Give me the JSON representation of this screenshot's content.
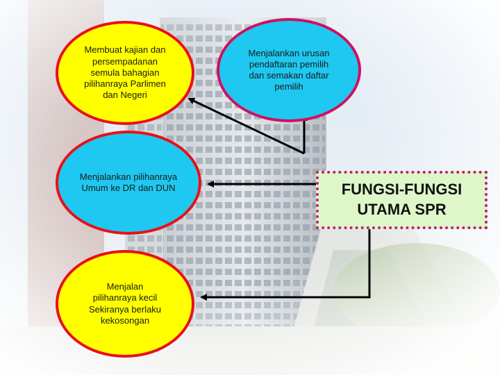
{
  "diagram": {
    "title": "FUNGSI-FUNGSI\nUTAMA SPR",
    "nodes": [
      {
        "id": "e1",
        "label": "Membuat kajian dan\npersempadanan\nsemula bahagian\npilihanraya Parlimen\ndan Negeri",
        "fill": "#ffff00"
      },
      {
        "id": "e2",
        "label": "Menjalankan pilihanraya\nUmum ke DR dan DUN",
        "fill": "#1ec8f0"
      },
      {
        "id": "e3",
        "label": "Menjalan\npilihanraya kecil\nSekiranya berlaku\nkekosongan",
        "fill": "#ffff00"
      },
      {
        "id": "e4",
        "label": "Menjalankan urusan\npendaftaran pemilih\ndan semakan daftar\npemilih",
        "fill": "#1ec8f0"
      }
    ],
    "colors": {
      "border": "#e8101a",
      "title_bg": "#ddf7c9",
      "title_border": "#c71585",
      "arrow": "#000000"
    }
  }
}
